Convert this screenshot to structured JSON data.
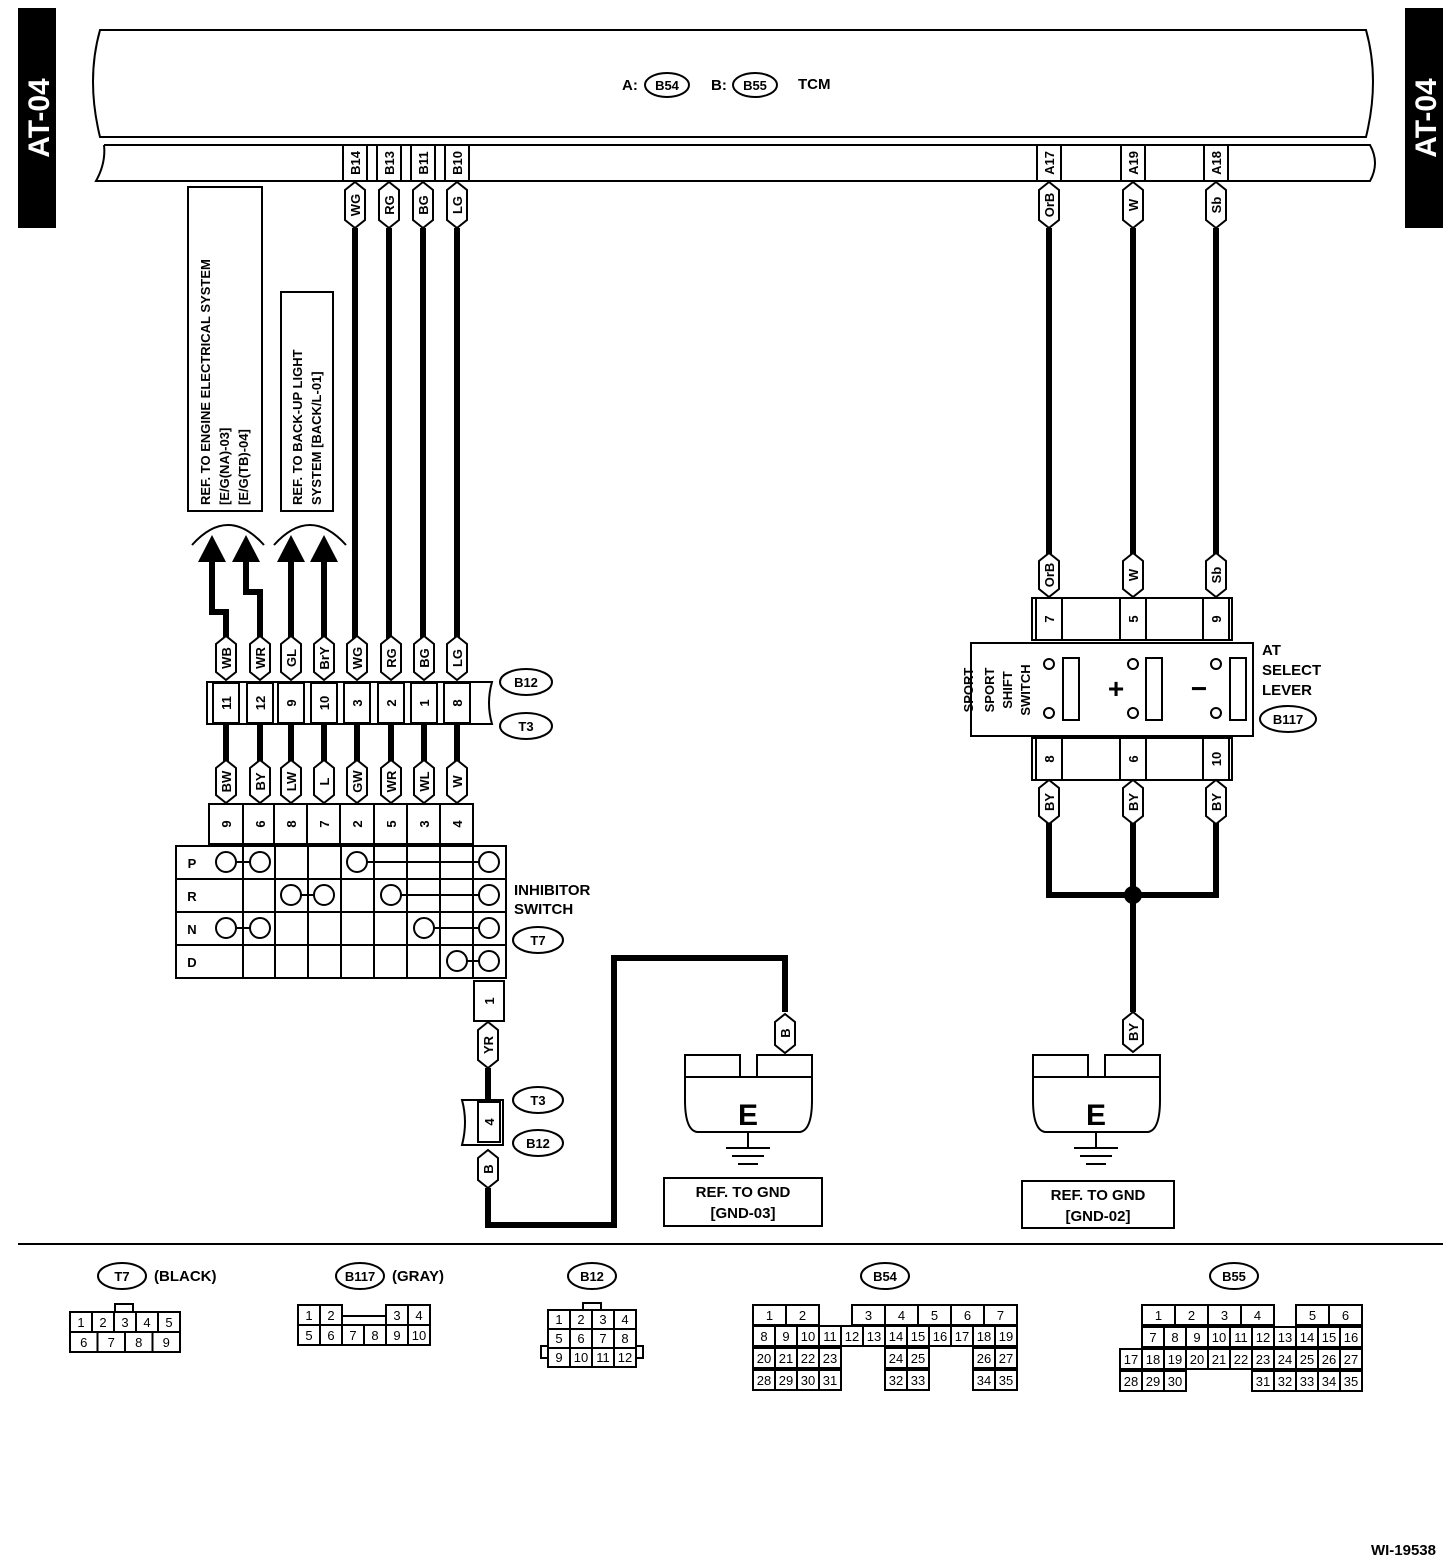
{
  "side_tab": "AT-04",
  "tcm": {
    "prefix_a": "A:",
    "conn_a": "B54",
    "prefix_b": "B:",
    "conn_b": "B55",
    "name": "TCM"
  },
  "tcm_pins_left": [
    {
      "pin": "B14",
      "color": "WG"
    },
    {
      "pin": "B13",
      "color": "RG"
    },
    {
      "pin": "B11",
      "color": "BG"
    },
    {
      "pin": "B10",
      "color": "LG"
    }
  ],
  "tcm_pins_right": [
    {
      "pin": "A17",
      "color": "OrB"
    },
    {
      "pin": "A19",
      "color": "W"
    },
    {
      "pin": "A18",
      "color": "Sb"
    }
  ],
  "refs": {
    "engine": [
      "REF. TO ENGINE ELECTRICAL SYSTEM",
      "[E/G(NA)-03]",
      "[E/G(TB)-04]"
    ],
    "backup": [
      "REF. TO BACK-UP LIGHT",
      "SYSTEM [BACK/L-01]"
    ],
    "gnd03": [
      "REF. TO GND",
      "[GND-03]"
    ],
    "gnd02": [
      "REF. TO GND",
      "[GND-02]"
    ]
  },
  "b12_upper_wires": [
    "WB",
    "WR",
    "GL",
    "BrY",
    "WG",
    "RG",
    "BG",
    "LG"
  ],
  "b12_upper_pins": [
    "11",
    "12",
    "9",
    "10",
    "3",
    "2",
    "1",
    "8"
  ],
  "connector_labels": {
    "b12": "B12",
    "t3": "T3",
    "t7": "T7",
    "b117": "B117"
  },
  "b12_lower_wires": [
    "BW",
    "BY",
    "LW",
    "L",
    "GW",
    "WR",
    "WL",
    "W"
  ],
  "inhibitor_pins": [
    "9",
    "6",
    "8",
    "7",
    "2",
    "5",
    "3",
    "4"
  ],
  "inhibitor": {
    "title": [
      "INHIBITOR",
      "SWITCH"
    ],
    "positions": [
      "P",
      "R",
      "N",
      "D"
    ],
    "pin1": "1",
    "wire1": "YR",
    "pin4": "4",
    "wire4": "B"
  },
  "select_lever": {
    "title": [
      "AT",
      "SELECT",
      "LEVER"
    ],
    "switch_label": [
      "SPORT",
      "SHIFT",
      "SWITCH"
    ],
    "plus": "+",
    "minus": "−",
    "top_pins": [
      "7",
      "5",
      "9"
    ],
    "top_wires": [
      "OrB",
      "W",
      "Sb"
    ],
    "bottom_pins": [
      "8",
      "6",
      "10"
    ],
    "bottom_wires": [
      "BY",
      "BY",
      "BY"
    ],
    "ground_wire": "BY"
  },
  "ground_symbol": "E",
  "gnd_left_wire": "B",
  "connector_faces": [
    {
      "name": "T7",
      "note": "(BLACK)",
      "rows": [
        [
          "1",
          "2",
          "3",
          "4",
          "5"
        ],
        [
          "6",
          "7",
          "8",
          "9"
        ]
      ]
    },
    {
      "name": "B117",
      "note": "(GRAY)",
      "rows": [
        [
          "1",
          "2",
          "",
          "3",
          "4"
        ],
        [
          "5",
          "6",
          "7",
          "8",
          "9",
          "10"
        ]
      ]
    },
    {
      "name": "B12",
      "note": "",
      "rows": [
        [
          "1",
          "2",
          "3",
          "4"
        ],
        [
          "5",
          "6",
          "7",
          "8"
        ],
        [
          "9",
          "10",
          "11",
          "12"
        ]
      ]
    },
    {
      "prefix": "A:",
      "name": "B54",
      "rows": [
        [
          "1",
          "2",
          "",
          "3",
          "4",
          "5",
          "6",
          "7"
        ],
        [
          "8",
          "9",
          "10",
          "11",
          "12",
          "13",
          "14",
          "15",
          "16",
          "17",
          "18",
          "19"
        ],
        [
          "20",
          "21",
          "22",
          "23",
          "24",
          "25",
          "26",
          "27"
        ],
        [
          "28",
          "29",
          "30",
          "31",
          "32",
          "33",
          "34",
          "35"
        ]
      ]
    },
    {
      "prefix": "B:",
      "name": "B55",
      "rows": [
        [
          "1",
          "2",
          "3",
          "4",
          "5",
          "6"
        ],
        [
          "7",
          "8",
          "9",
          "10",
          "11",
          "12",
          "13",
          "14",
          "15",
          "16"
        ],
        [
          "17",
          "18",
          "19",
          "20",
          "21",
          "22",
          "23",
          "24",
          "25",
          "26",
          "27"
        ],
        [
          "28",
          "29",
          "30",
          "31",
          "32",
          "33",
          "34",
          "35"
        ]
      ]
    }
  ],
  "figure_id": "WI-19538"
}
